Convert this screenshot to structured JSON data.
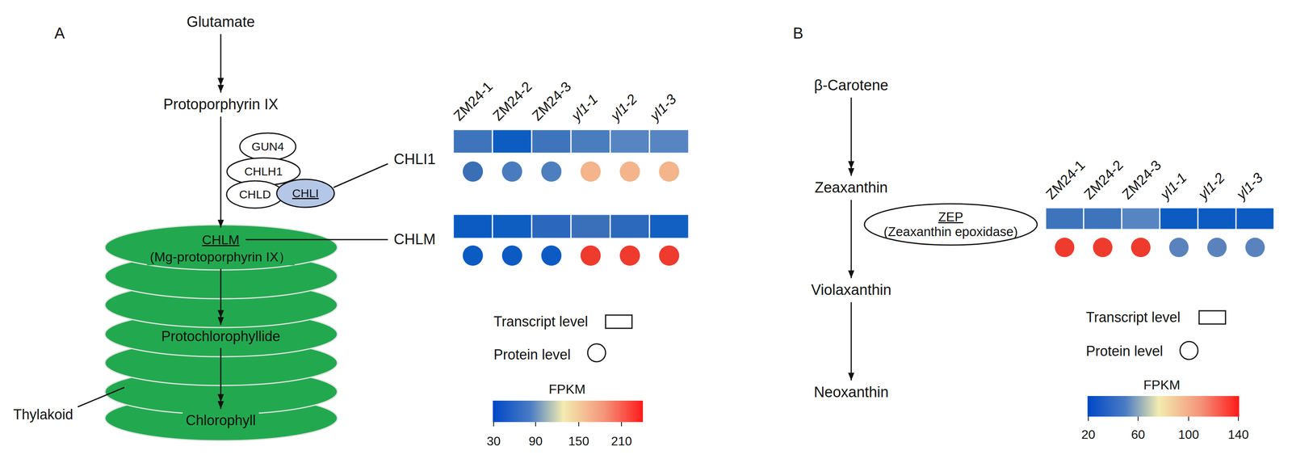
{
  "diagram": {
    "nodes": [
      {
        "text": [
          "Glutamate"
        ]
      },
      {
        "text": [
          "Protoporphyrin IX"
        ]
      },
      {
        "text": [
          "GUN4"
        ]
      },
      {
        "text": [
          "CHLH1"
        ]
      },
      {
        "text": [
          "CHLD"
        ]
      },
      {
        "text": [
          "CHLI"
        ]
      },
      {
        "text": [
          "CHLM",
          "(Mg-protoporphyrin IX）"
        ]
      },
      {
        "text": [
          "Protochlorophyllide"
        ]
      },
      {
        "text": [
          "Chlorophyll"
        ]
      },
      {
        "text": [
          "β-Carotene"
        ]
      },
      {
        "text": [
          "Zeaxanthin"
        ]
      },
      {
        "text": [
          "ZEP",
          "(Zeaxanthin epoxidase)"
        ]
      },
      {
        "text": [
          "Violaxanthin"
        ]
      },
      {
        "text": [
          "Neoxanthin"
        ]
      }
    ],
    "edges": [
      {
        "from": 0,
        "to": 1,
        "arrow": "to"
      },
      {
        "from": 1,
        "to": 6,
        "arrow": "to"
      },
      {
        "from": 6,
        "to": 7,
        "arrow": "to"
      },
      {
        "from": 7,
        "to": 8,
        "arrow": "to"
      },
      {
        "from": 9,
        "to": 10,
        "arrow": "to"
      },
      {
        "from": 10,
        "to": 12,
        "arrow": "to"
      },
      {
        "from": 12,
        "to": 13,
        "arrow": "to"
      }
    ],
    "labels": [
      "A",
      "CHLI1",
      "CHLM",
      "Thylakoid",
      "ZM24-1",
      "ZM24-2",
      "ZM24-3",
      "yl1-1",
      "yl1-2",
      "yl1-3",
      "FPKM",
      "30",
      "90",
      "150",
      "210",
      "B",
      "ZM24-1",
      "ZM24-2",
      "ZM24-3",
      "yl1-1",
      "yl1-2",
      "yl1-3",
      "FPKM",
      "20",
      "60",
      "100",
      "140"
    ],
    "legend": [
      {
        "text": "Transcript level"
      },
      {
        "text": "Protein level"
      },
      {
        "text": "Transcript level"
      },
      {
        "text": "Protein level"
      }
    ]
  }
}
